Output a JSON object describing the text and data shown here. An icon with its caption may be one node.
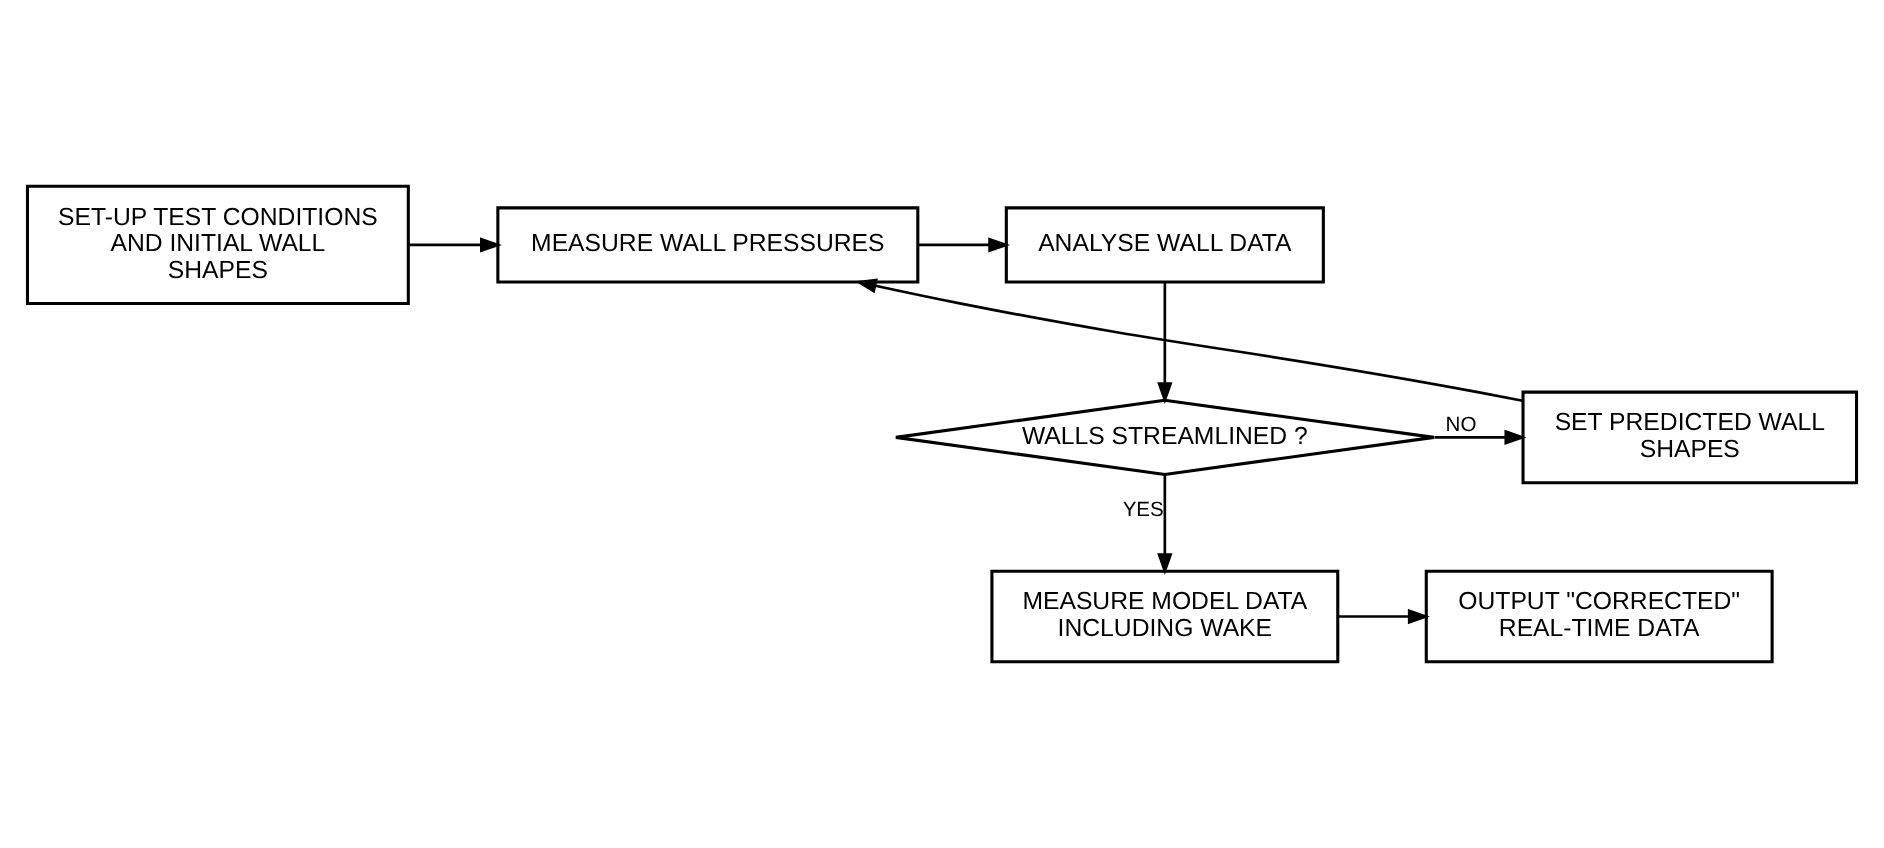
{
  "diagram": {
    "nodes": [
      {
        "text": [
          "SET-UP TEST CONDITIONS AND INITIAL WALL SHAPES"
        ]
      },
      {
        "text": [
          "MEASURE WALL PRESSURES"
        ]
      },
      {
        "text": [
          "ANALYSE WALL DATA"
        ]
      },
      {
        "text": [
          "WALLS STREAMLINED ?"
        ]
      },
      {
        "text": [
          "SET PREDICTED WALL SHAPES"
        ]
      },
      {
        "text": [
          "OUTPUT \"CORRECTED\" REAL-TIME DATA"
        ]
      },
      {
        "text": [
          "MEASURE MODEL DATA INCLUDING WAKE"
        ]
      }
    ],
    "edges": [
      {
        "from": 0,
        "to": 1,
        "arrow": "to"
      },
      {
        "from": 1,
        "to": 2,
        "arrow": "to"
      },
      {
        "from": 2,
        "to": 3,
        "arrow": "to"
      },
      {
        "from": 3,
        "to": 4,
        "arrow": "to",
        "label": "NO"
      },
      {
        "from": 4,
        "to": 1,
        "arrow": "to"
      },
      {
        "from": 3,
        "to": 6,
        "arrow": "to",
        "label": "YES"
      },
      {
        "from": 6,
        "to": 5,
        "arrow": "to"
      }
    ]
  }
}
